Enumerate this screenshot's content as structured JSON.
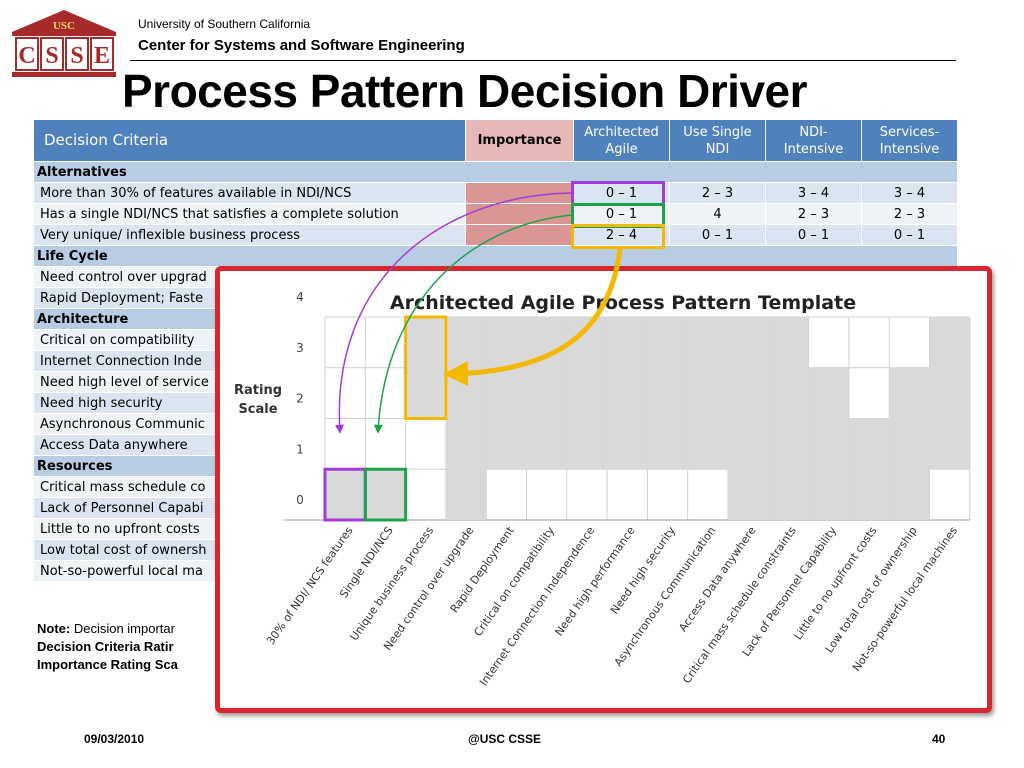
{
  "header": {
    "logo_text": "USC",
    "logo_letters": [
      "C",
      "S",
      "S",
      "E"
    ],
    "university": "University of Southern California",
    "center": "Center for Systems and Software Engineering",
    "title": "Process Pattern Decision Driver"
  },
  "table": {
    "headers": {
      "criteria": "Decision Criteria",
      "importance": "Importance",
      "col1": "Architected Agile",
      "col2": "Use Single NDI",
      "col3": "NDI-Intensive",
      "col4": "Services-Intensive"
    },
    "sections": {
      "alternatives": "Alternatives",
      "lifecycle": "Life Cycle",
      "architecture": "Architecture",
      "resources": "Resources"
    },
    "rows": {
      "r1": {
        "name": "More than 30% of features available in NDI/NCS",
        "v1": "0 – 1",
        "v2": "2 – 3",
        "v3": "3 – 4",
        "v4": "3 – 4"
      },
      "r2": {
        "name": "Has a single NDI/NCS that satisfies a complete solution",
        "v1": "0 – 1",
        "v2": "4",
        "v3": "2 – 3",
        "v4": "2 – 3"
      },
      "r3": {
        "name": "Very unique/ inflexible business process",
        "v1": "2 – 4",
        "v2": "0 – 1",
        "v3": "0 – 1",
        "v4": "0 – 1"
      },
      "r4": {
        "name": "Need control over upgrad"
      },
      "r5": {
        "name": "Rapid Deployment; Faste"
      },
      "r6": {
        "name": "Critical on compatibility"
      },
      "r7": {
        "name": "Internet Connection Inde"
      },
      "r8": {
        "name": "Need high level of service"
      },
      "r9": {
        "name": "Need high security"
      },
      "r10": {
        "name": "Asynchronous Communic"
      },
      "r11": {
        "name": "Access Data anywhere"
      },
      "r12": {
        "name": "Critical mass schedule co"
      },
      "r13": {
        "name": "Lack of Personnel Capabi"
      },
      "r14": {
        "name": "Little to no upfront costs"
      },
      "r15": {
        "name": "Low total cost of ownersh"
      },
      "r16": {
        "name": "Not-so-powerful local ma"
      }
    }
  },
  "note": {
    "label": "Note:",
    "line1": " Decision importar",
    "line2": "Decision Criteria Ratir",
    "line3": "Importance Rating Sca"
  },
  "overlay": {
    "title": "Architected Agile Process Pattern Template",
    "axis_label_1": "Rating",
    "axis_label_2": "Scale",
    "ticks": [
      "4",
      "3",
      "2",
      "1",
      "0"
    ]
  },
  "chart_data": {
    "type": "bar",
    "title": "Architected Agile Process Pattern Template",
    "ylabel": "Rating Scale",
    "ylim": [
      0,
      4
    ],
    "categories": [
      "30% of NDI/ NCS features",
      "Single NDI/NCS",
      "Unique business process",
      "Need control over upgrade",
      "Rapid Deployment",
      "Critical on compatibility",
      "Internet Connection Independence",
      "Need high performance",
      "Need high security",
      "Asynchronous Communication",
      "Access Data anywhere",
      "Critical mass schedule constraints",
      "Lack of Personnel Capability",
      "Little to no upfront costs",
      "Low total  cost of ownership",
      "Not-so-powerful local machines"
    ],
    "ranges": [
      [
        0,
        1
      ],
      [
        0,
        1
      ],
      [
        2,
        4
      ],
      [
        0,
        4
      ],
      [
        1,
        4
      ],
      [
        1,
        4
      ],
      [
        1,
        4
      ],
      [
        1,
        4
      ],
      [
        1,
        4
      ],
      [
        1,
        4
      ],
      [
        0,
        4
      ],
      [
        0,
        4
      ],
      [
        0,
        3
      ],
      [
        0,
        2
      ],
      [
        0,
        3
      ],
      [
        1,
        4
      ]
    ],
    "highlights": [
      {
        "index": 0,
        "color": "#a23bd8"
      },
      {
        "index": 1,
        "color": "#1fa34a"
      },
      {
        "index": 2,
        "color": "#f5b800"
      }
    ]
  },
  "footer": {
    "date": "09/03/2010",
    "center": "@USC CSSE",
    "page": "40"
  },
  "colors": {
    "table_header": "#4f81bd",
    "importance_header": "#e6b9b8",
    "importance_cell": "#d99694",
    "overlay_border": "#d7262f",
    "bar_fill": "#d9d9d9"
  }
}
